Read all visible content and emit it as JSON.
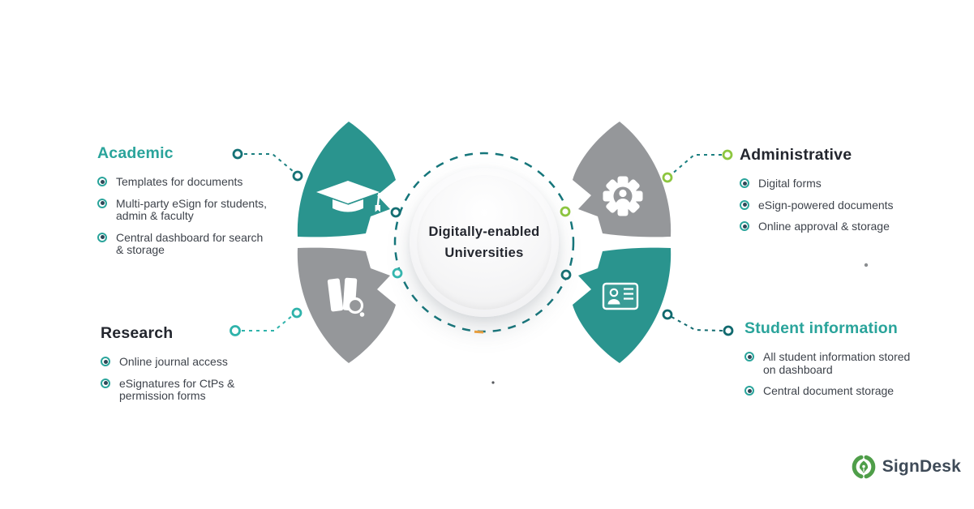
{
  "center": {
    "line1": "Digitally-enabled",
    "line2": "Universities"
  },
  "sections": [
    {
      "id": "academic",
      "heading": "Academic",
      "icon": "graduation-cap",
      "bullets": [
        "Templates for documents",
        "Multi-party eSign for students,\nadmin & faculty",
        "Central dashboard for search\n& storage"
      ]
    },
    {
      "id": "administrative",
      "heading": "Administrative",
      "icon": "gear-user",
      "bullets": [
        "Digital forms",
        "eSign-powered documents",
        "Online approval & storage"
      ]
    },
    {
      "id": "research",
      "heading": "Research",
      "icon": "book-search",
      "bullets": [
        "Online journal access",
        "eSignatures for CtPs &\npermission forms"
      ]
    },
    {
      "id": "student_information",
      "heading": "Student information",
      "icon": "id-card",
      "bullets": [
        "All student information stored\non dashboard",
        "Central document storage"
      ]
    }
  ],
  "logo": {
    "text": "SignDesk"
  },
  "colors": {
    "teal_blade": "#2a948e",
    "gray_blade": "#95979a",
    "heading_teal": "#2aa49b",
    "heading_dark": "#23262e",
    "body_text": "#3e434b",
    "dashed_ring": "#16767b",
    "ring_dark_teal": "#156f73",
    "ring_cyan": "#35b8b0",
    "ring_lime": "#8dc63f",
    "orange_dash": "#f2a33c",
    "logo_green": "#4f9e49",
    "logo_text": "#3e4a57"
  }
}
